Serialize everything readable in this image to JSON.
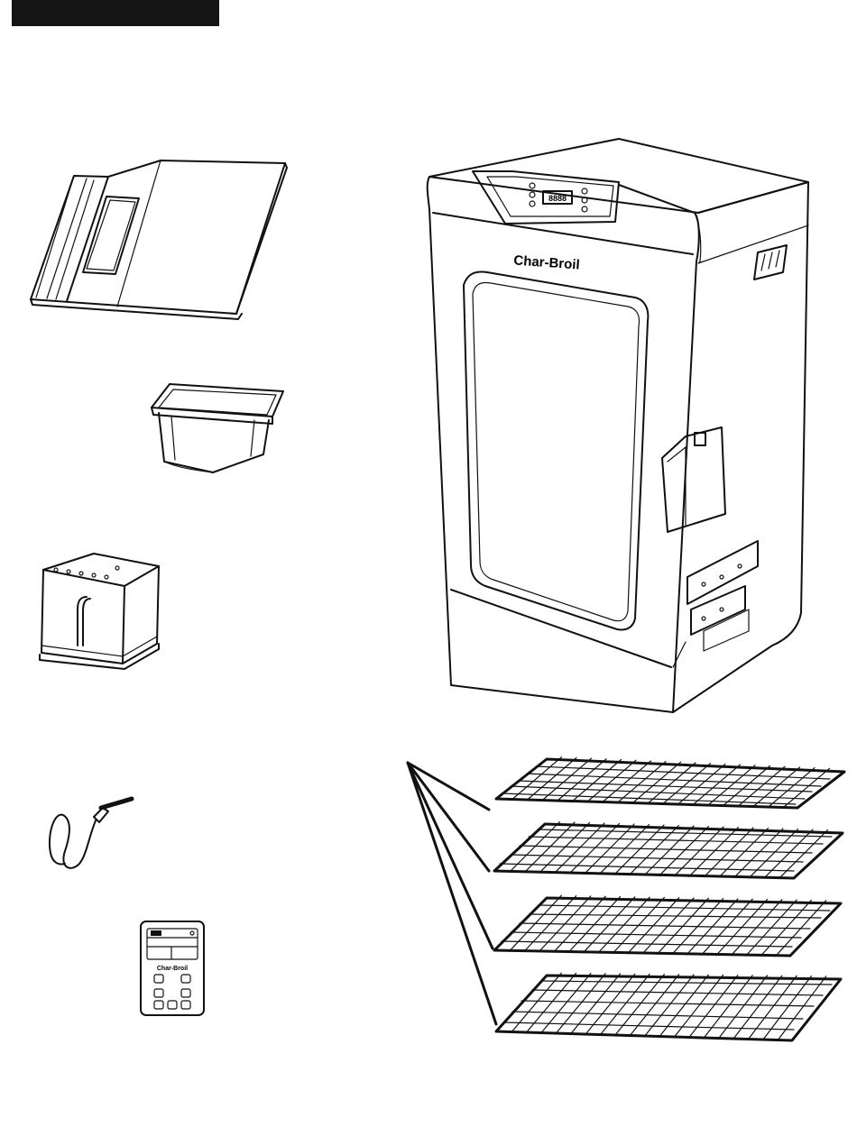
{
  "page": {
    "header_bar_color": "#141414",
    "line_color": "#111111"
  },
  "parts": {
    "smoker": {
      "logo_text": "Char-Broil",
      "display_text": "8888"
    },
    "remote": {
      "logo_text": "Char-Broil"
    },
    "racks": {
      "count": 4
    }
  }
}
